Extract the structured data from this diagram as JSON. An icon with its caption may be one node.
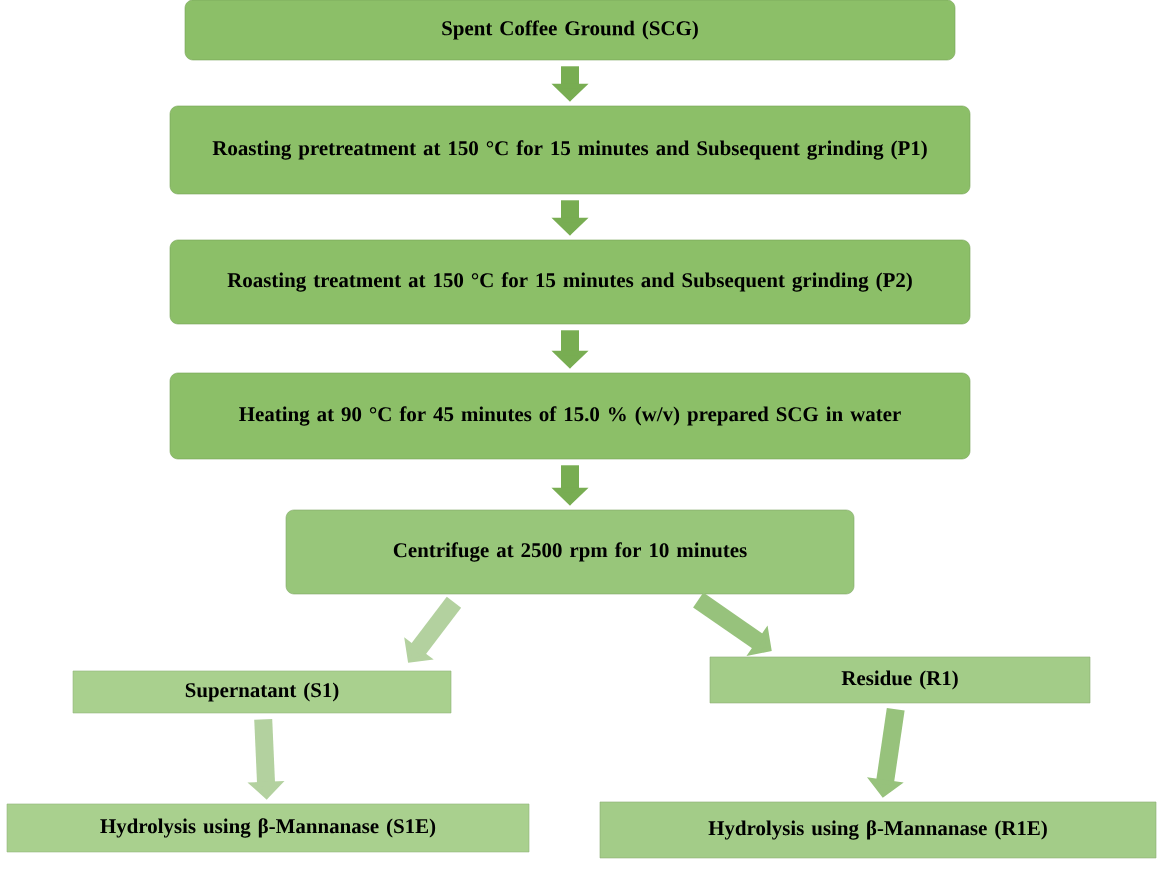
{
  "diagram": {
    "nodes": [
      {
        "text": [
          "Spent Coffee Ground (SCG)"
        ]
      },
      {
        "text": [
          "Roasting pretreatment at 150 °C for 15 minutes and Subsequent grinding (P1)"
        ]
      },
      {
        "text": [
          "Roasting treatment at 150 °C for 15 minutes and Subsequent grinding (P2)"
        ]
      },
      {
        "text": [
          "Heating at 90 °C for 45 minutes of 15.0 % (w/v) prepared SCG in water"
        ]
      },
      {
        "text": [
          "Centrifuge at 2500 rpm for 10 minutes"
        ]
      },
      {
        "text": [
          "Supernatant (S1)"
        ]
      },
      {
        "text": [
          "Residue (R1)"
        ]
      },
      {
        "text": [
          "Hydrolysis using β-Mannanase (S1E)"
        ]
      },
      {
        "text": [
          "Hydrolysis using β-Mannanase (R1E)"
        ]
      }
    ],
    "edges": [
      {
        "from": 0,
        "to": 1,
        "arrow": "to"
      },
      {
        "from": 1,
        "to": 2,
        "arrow": "to"
      },
      {
        "from": 2,
        "to": 3,
        "arrow": "to"
      },
      {
        "from": 3,
        "to": 4,
        "arrow": "to"
      },
      {
        "from": 4,
        "to": 5,
        "arrow": "to",
        "color": "#b3d19f"
      },
      {
        "from": 4,
        "to": 6,
        "arrow": "to",
        "color": "#97c27c"
      },
      {
        "from": 5,
        "to": 7,
        "arrow": "to",
        "color": "#b3d19f"
      },
      {
        "from": 6,
        "to": 8,
        "arrow": "to",
        "color": "#97c27c"
      }
    ]
  }
}
